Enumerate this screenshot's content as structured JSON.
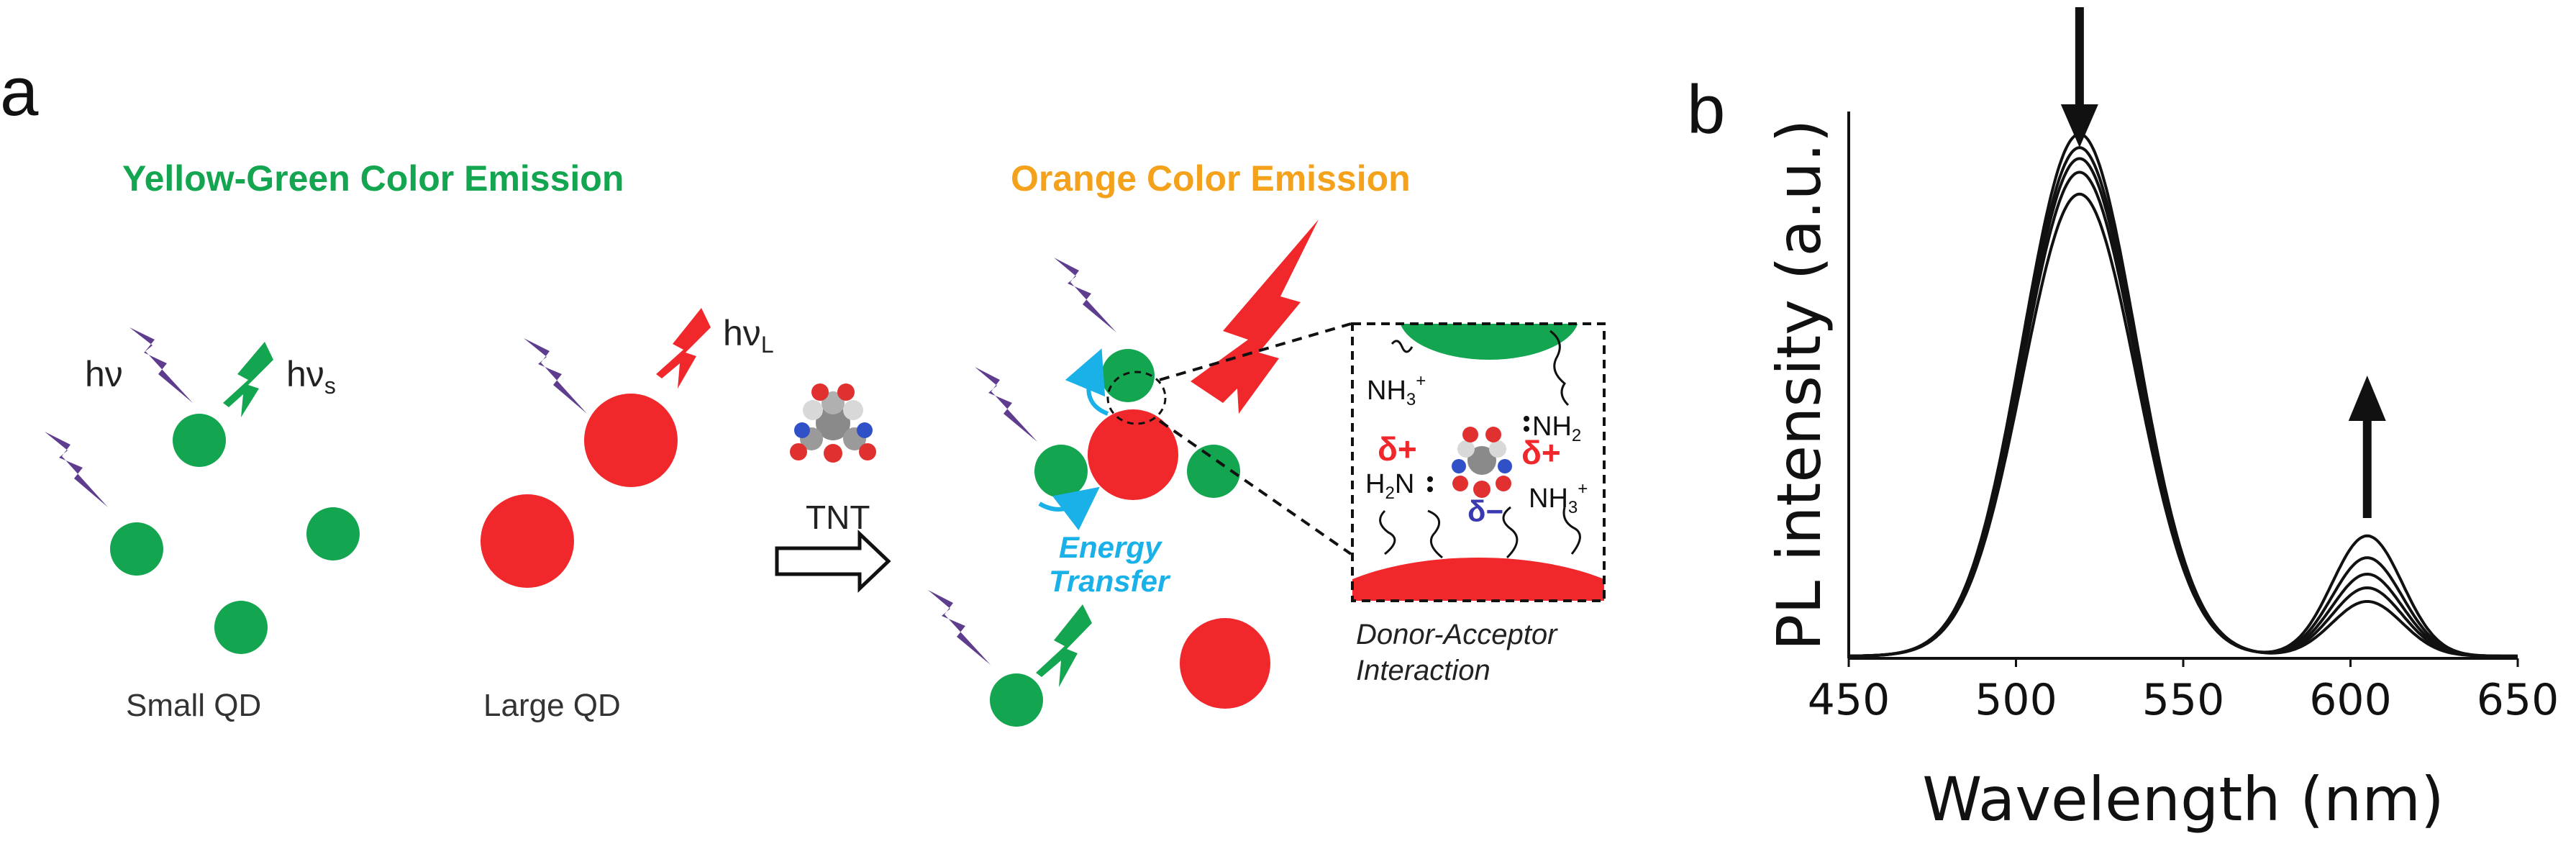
{
  "panel_a": {
    "label": "a",
    "left_title": "Yellow-Green Color Emission",
    "right_title": "Orange Color Emission",
    "hv": "hν",
    "hvs_main": "hν",
    "hvs_sub": "s",
    "hvl_main": "hν",
    "hvl_sub": "L",
    "small_qd": "Small QD",
    "large_qd": "Large QD",
    "tnt": "TNT",
    "energy_transfer_1": "Energy",
    "energy_transfer_2": "Transfer",
    "inset": {
      "nh3_top_main": "NH",
      "nh3_top_sub": "3",
      "nh3_top_sup": "+",
      "nh2_main": "NH",
      "nh2_sub": "2",
      "h2n_main": "H",
      "h2n_sub": "2",
      "h2n_end": "N",
      "nh3_right_main": "NH",
      "nh3_right_sub": "3",
      "nh3_right_sup": "+",
      "delta_plus": "δ+",
      "delta_minus": "δ−"
    },
    "caption_1": "Donor-Acceptor",
    "caption_2": "Interaction",
    "colors": {
      "green": "#14a550",
      "red": "#f0282c",
      "purple": "#5e3c8e",
      "orange_title": "#f4a21c",
      "cyan": "#1ab0e8",
      "delta_blue": "#3a3ab0"
    }
  },
  "panel_b": {
    "label": "b"
  },
  "chart_data": {
    "type": "line",
    "title": "",
    "xlabel": "Wavelength (nm)",
    "ylabel": "PL intensity (a.u.)",
    "xlim": [
      450,
      650
    ],
    "ylim": [
      0,
      1.0
    ],
    "x_ticks": [
      450,
      500,
      550,
      600,
      650
    ],
    "x_tick_labels": [
      "450",
      "500",
      "550",
      "600",
      "650"
    ],
    "grid": false,
    "peaks": [
      {
        "center_nm": 519,
        "width_nm": 17,
        "direction": "decrease",
        "amplitudes": [
          0.955,
          0.93,
          0.91,
          0.885,
          0.845
        ]
      },
      {
        "center_nm": 605,
        "width_nm": 10.5,
        "direction": "increase",
        "amplitudes": [
          0.1,
          0.125,
          0.15,
          0.18,
          0.22
        ]
      }
    ],
    "annotations": [
      "arrow-down at 519 nm peak",
      "arrow-up at 605 nm peak"
    ]
  }
}
